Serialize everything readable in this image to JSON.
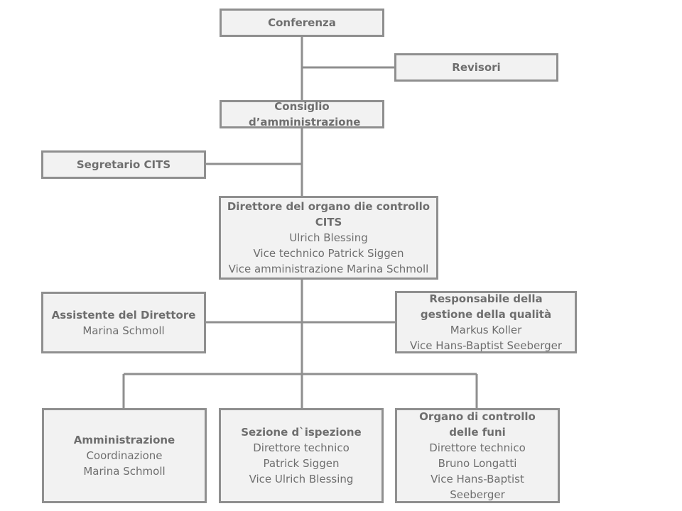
{
  "nodes": {
    "conferenza": {
      "title": "Conferenza",
      "lines": []
    },
    "revisori": {
      "title": "Revisori",
      "lines": []
    },
    "consiglio": {
      "title": "Consiglio d’amministrazione",
      "lines": []
    },
    "segretario": {
      "title": "Segretario CITS",
      "lines": []
    },
    "direttore": {
      "title": "Direttore del organo die controllo CITS",
      "lines": [
        "Ulrich Blessing",
        "Vice technico Patrick Siggen",
        "Vice amministrazione Marina Schmoll"
      ]
    },
    "assistente": {
      "title": "Assistente del Direttore",
      "lines": [
        "Marina Schmoll"
      ]
    },
    "qualita": {
      "title": "Responsabile della gestione della qualità",
      "lines": [
        "Markus Koller",
        "Vice Hans-Baptist Seeberger"
      ]
    },
    "amministrazione": {
      "title": "Amministrazione",
      "lines": [
        "Coordinazione",
        "Marina Schmoll"
      ]
    },
    "sezione": {
      "title": "Sezione d`ispezione",
      "lines": [
        "Direttore technico",
        "Patrick Siggen",
        "Vice Ulrich Blessing"
      ]
    },
    "funi": {
      "title": "Organo di controllo delle funi",
      "lines": [
        "Direttore technico",
        "Bruno Longatti",
        "Vice Hans-Baptist Seeberger"
      ]
    }
  },
  "colors": {
    "box_fill": "#f2f2f2",
    "box_border": "#8f8f8f",
    "connector": "#8f8f8f",
    "text": "#6e6e6e"
  }
}
